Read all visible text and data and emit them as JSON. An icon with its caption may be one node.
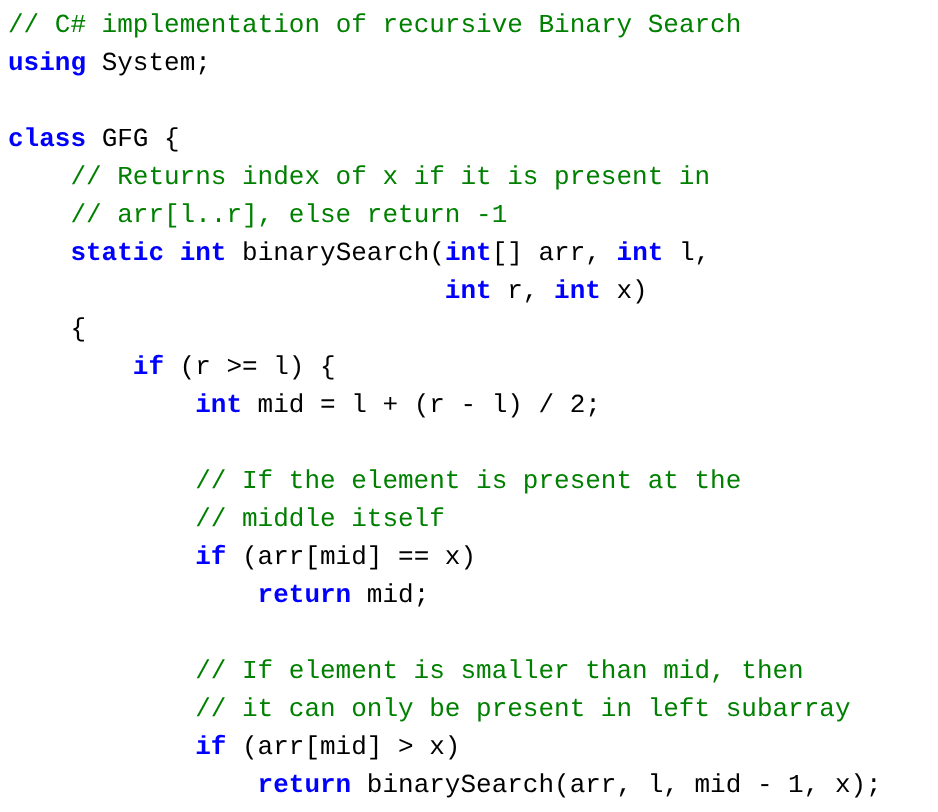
{
  "diagram": {
    "labels": [
      "// C# implementation of recursive Binary Search",
      "**using** System;",
      "**class** GFG {",
      "// Returns index of x if it is present in",
      "// arr[l..r], else return -1",
      "**static** **int** binarySearch(**int**[] arr, **int** l,",
      "**int** r, **int** x)",
      "{",
      "**if** (r >= l) {",
      "**int** mid = l + (r - l) / 2;",
      "// If the element is present at the",
      "// middle itself",
      "**if** (arr[mid] == x)",
      "**return** mid;",
      "// If element is smaller than mid, then",
      "// it can only be present in left subarray",
      "**if** (arr[mid] > x)",
      "**return** binarySearch(arr, l, mid - 1, x);"
    ]
  }
}
